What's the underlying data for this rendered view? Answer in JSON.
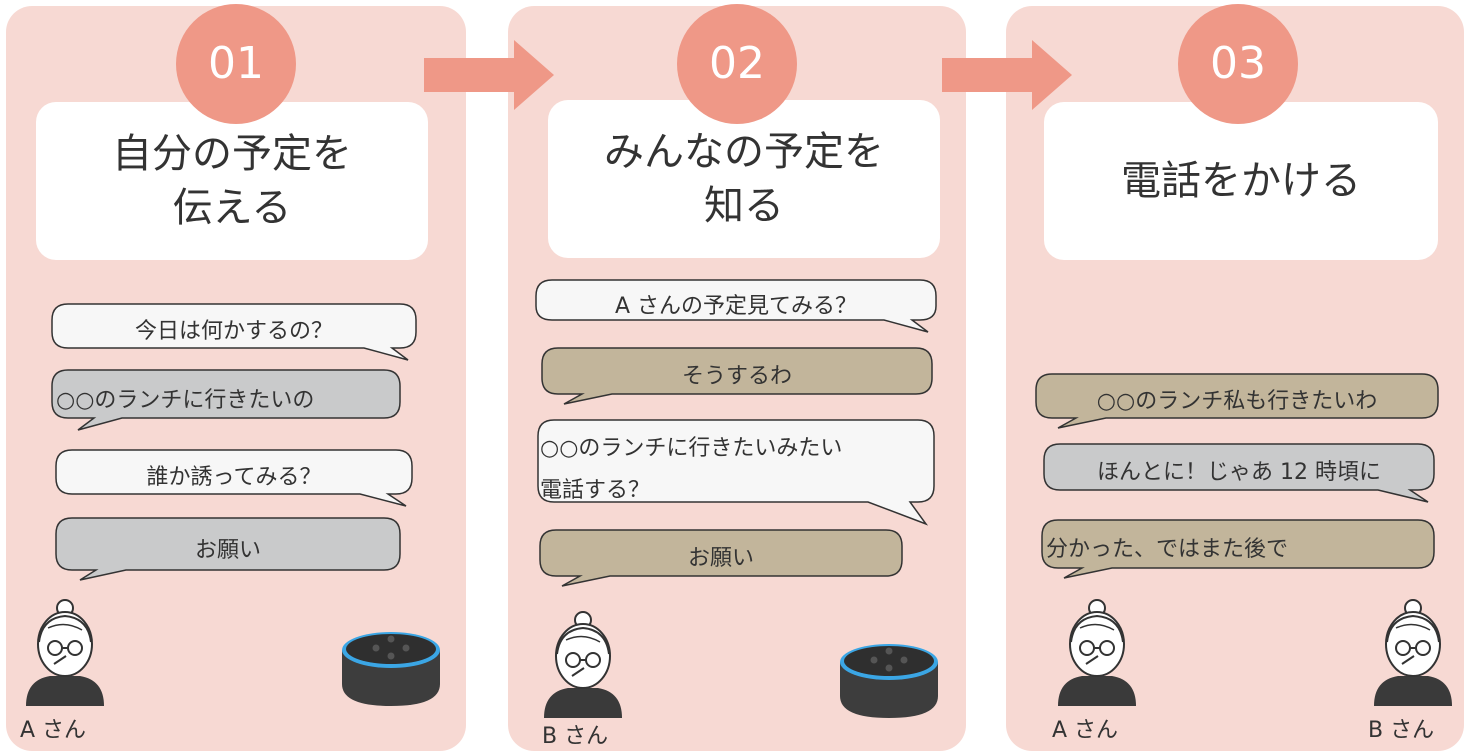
{
  "colors": {
    "panel_bg": "#f7d9d3",
    "accent": "#ef9887",
    "bubble_white": "#f7f7f7",
    "bubble_gray": "#c9cacb",
    "bubble_tan": "#c2b59b",
    "speaker_ring": "#3ba6e5"
  },
  "steps": [
    {
      "number": "01",
      "title": "自分の予定を\n伝える",
      "bubbles": [
        {
          "text": "今日は何かするの？"
        },
        {
          "text": "○○のランチに行きたいの"
        },
        {
          "text": "誰か誘ってみる？"
        },
        {
          "text": "お願い"
        }
      ],
      "person_label": "A さん"
    },
    {
      "number": "02",
      "title": "みんなの予定を\n知る",
      "bubbles": [
        {
          "text": "A さんの予定見てみる？"
        },
        {
          "text": "そうするわ"
        },
        {
          "text": "○○のランチに行きたいみたい"
        },
        {
          "text": "電話する？"
        },
        {
          "text": "お願い"
        }
      ],
      "person_label": "B さん"
    },
    {
      "number": "03",
      "title": "電話をかける",
      "bubbles": [
        {
          "text": "○○のランチ私も行きたいわ"
        },
        {
          "text": "ほんとに！じゃあ 12 時頃に"
        },
        {
          "text": "分かった、ではまた後で"
        }
      ],
      "person_labels": [
        "A さん",
        "B さん"
      ]
    }
  ],
  "icons": {
    "arrow": "right-arrow-icon",
    "person": "elderly-woman-icon",
    "speaker": "smart-speaker-icon"
  }
}
